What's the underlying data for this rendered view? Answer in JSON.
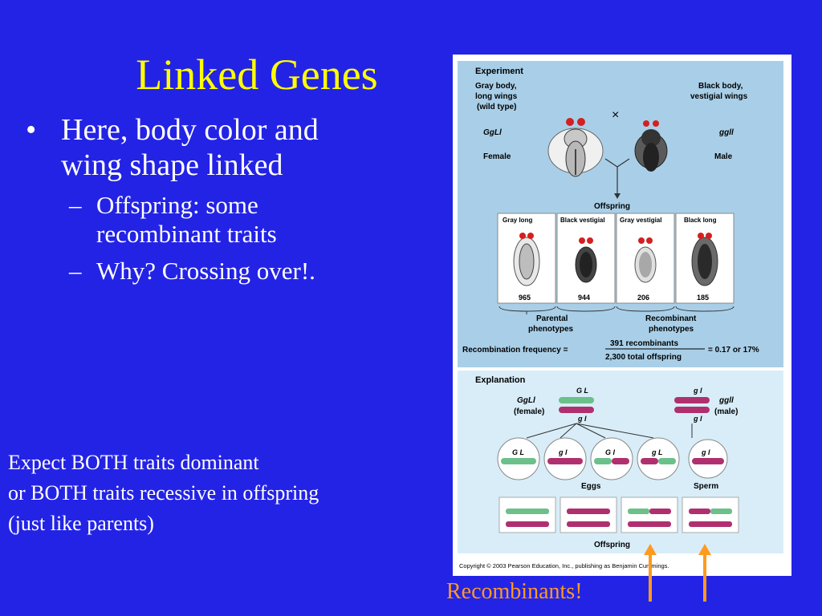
{
  "slide": {
    "title": "Linked Genes",
    "bullet1": "Here, body color and wing shape linked",
    "bullet1_line1": "Here, body color and",
    "bullet1_line2": "wing shape linked",
    "sub1_line1": "Offspring: some",
    "sub1_line2": "recombinant traits",
    "sub2": "Why? Crossing over!.",
    "note_line1": "Expect BOTH traits dominant",
    "note_line2": "or BOTH traits recessive in offspring",
    "note_line3": "(just like parents)",
    "recombinants_label": "Recombinants!",
    "bullet_glyph": "•",
    "dash_glyph": "–"
  },
  "figure": {
    "experiment_label": "Experiment",
    "female_desc_1": "Gray body,",
    "female_desc_2": "long wings",
    "female_desc_3": "(wild type)",
    "male_desc_1": "Black body,",
    "male_desc_2": "vestigial wings",
    "cross_symbol": "×",
    "female_genotype": "GgLl",
    "male_genotype": "ggll",
    "female_label": "Female",
    "male_label": "Male",
    "offspring_label": "Offspring",
    "offspring_classes": [
      {
        "label": "Gray long",
        "count": "965"
      },
      {
        "label": "Black vestigial",
        "count": "944"
      },
      {
        "label": "Gray vestigial",
        "count": "206"
      },
      {
        "label": "Black long",
        "count": "185"
      }
    ],
    "parental_1": "Parental",
    "parental_2": "phenotypes",
    "recombinant_1": "Recombinant",
    "recombinant_2": "phenotypes",
    "recomb_freq_label": "Recombination frequency =",
    "recomb_numerator": "391 recombinants",
    "recomb_denominator": "2,300 total offspring",
    "recomb_result": "= 0.17 or 17%",
    "explanation_label": "Explanation",
    "female_chrom_genotype": "GgLl",
    "female_chrom_sex": "(female)",
    "male_chrom_genotype": "ggll",
    "male_chrom_sex": "(male)",
    "allele_GL": "G L",
    "allele_gl": "g l",
    "allele_Gl": "G l",
    "allele_gL": "g L",
    "eggs_label": "Eggs",
    "sperm_label": "Sperm",
    "offspring_bottom_label": "Offspring",
    "copyright": "Copyright © 2003 Pearson Education, Inc., publishing as Benjamin Cummings.",
    "colors": {
      "experiment_bg": "#a9cfe8",
      "explanation_bg": "#d8edf8",
      "dominant_chrom": "#6cc08a",
      "recessive_chrom": "#b0306f",
      "arrow": "#ff9a1f",
      "slide_bg": "#2323e6",
      "title": "#ffff00"
    }
  }
}
